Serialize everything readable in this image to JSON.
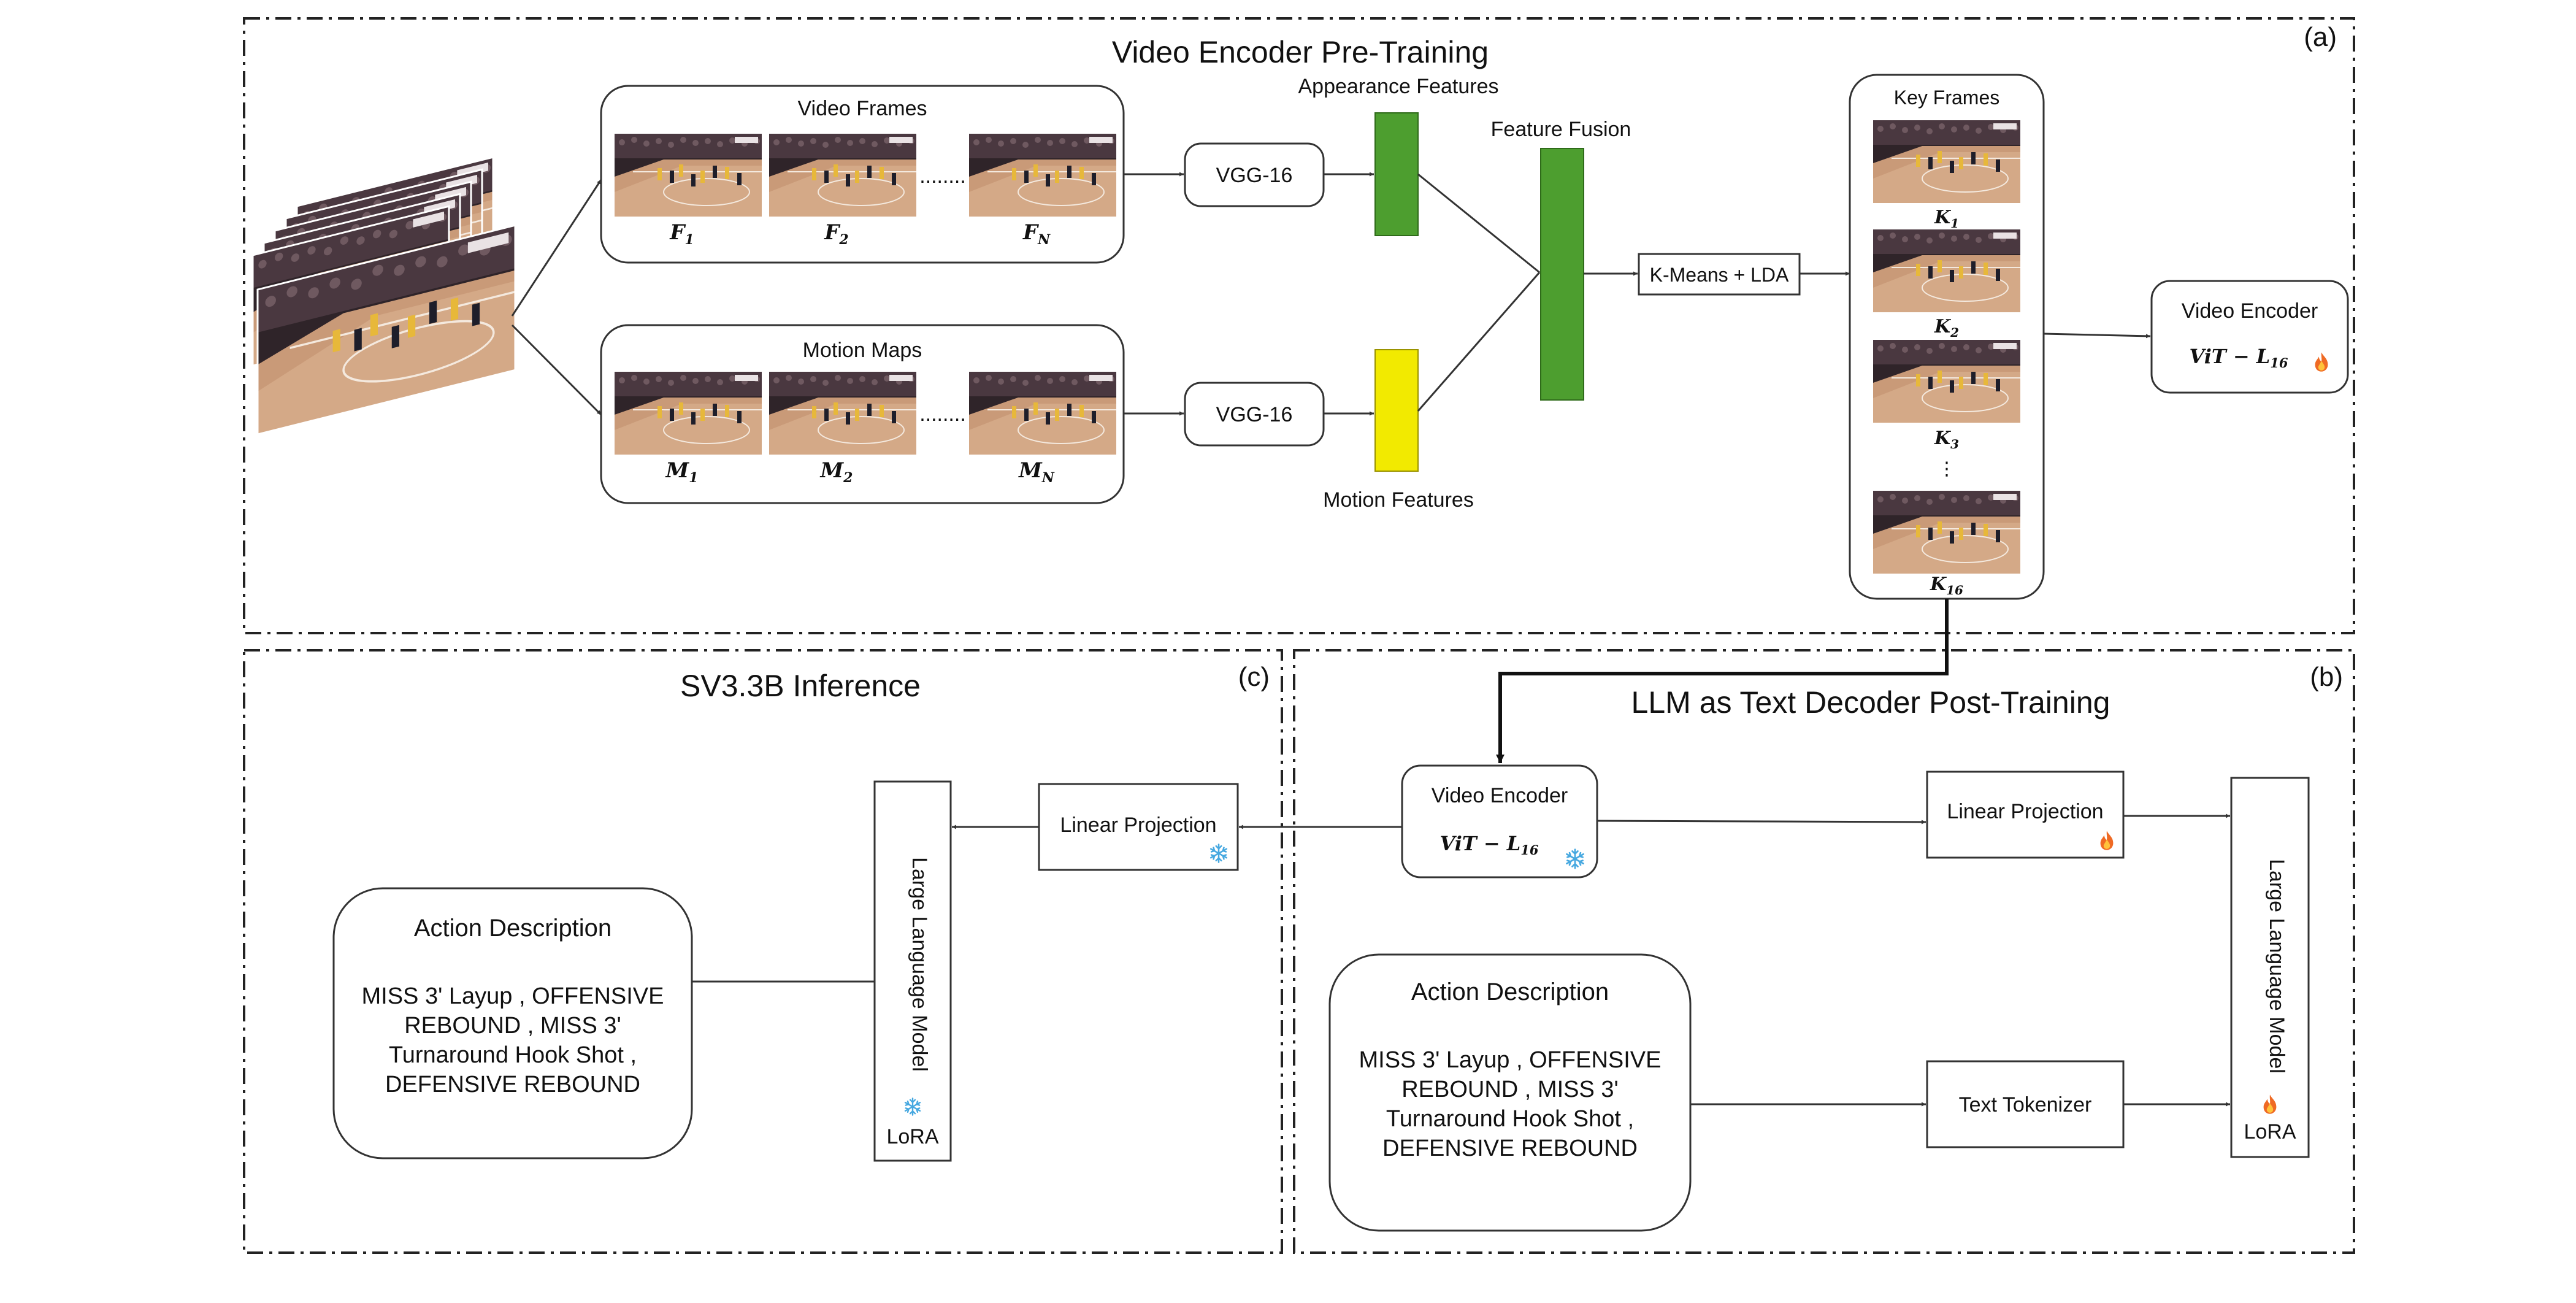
{
  "sections": {
    "pretraining": {
      "title": "Video Encoder Pre-Training",
      "tag": "(a)"
    },
    "posttraining": {
      "title": "LLM as Text Decoder Post-Training",
      "tag": "(b)"
    },
    "inference": {
      "title": "SV3.3B Inference",
      "tag": "(c)"
    }
  },
  "pretraining": {
    "video_frames": {
      "title": "Video Frames",
      "labels": [
        "F",
        "F",
        "F"
      ],
      "subs": [
        "1",
        "2",
        "N"
      ],
      "ellipsis": "........"
    },
    "motion_maps": {
      "title": "Motion Maps",
      "labels": [
        "M",
        "M",
        "M"
      ],
      "subs": [
        "1",
        "2",
        "N"
      ],
      "ellipsis": "........"
    },
    "vgg_top": "VGG-16",
    "vgg_bottom": "VGG-16",
    "appearance_features": "Appearance Features",
    "motion_features": "Motion Features",
    "feature_fusion": "Feature Fusion",
    "kmeans_lda": "K-Means + LDA",
    "key_frames": {
      "title": "Key Frames",
      "labels": [
        "K",
        "K",
        "K",
        "K"
      ],
      "subs": [
        "1",
        "2",
        "3",
        "16"
      ],
      "ellipsis": "⋮"
    },
    "video_encoder": {
      "title": "Video Encoder",
      "model_main": "ViT − L",
      "model_sub": "16",
      "status_icon": "flame-icon"
    }
  },
  "posttraining": {
    "video_encoder": {
      "title": "Video Encoder",
      "model_main": "ViT − L",
      "model_sub": "16",
      "status_icon": "snowflake-icon"
    },
    "linear_projection": {
      "label": "Linear Projection",
      "status_icon": "flame-icon"
    },
    "action_description": {
      "title": "Action Description",
      "lines": [
        "MISS 3' Layup , OFFENSIVE",
        "REBOUND , MISS 3'",
        "Turnaround Hook Shot ,",
        "DEFENSIVE REBOUND"
      ]
    },
    "text_tokenizer": "Text Tokenizer",
    "llm": {
      "label": "Large Language Model",
      "lora": "LoRA",
      "status_icon": "flame-icon"
    }
  },
  "inference": {
    "linear_projection": {
      "label": "Linear Projection",
      "status_icon": "snowflake-icon"
    },
    "action_description": {
      "title": "Action Description",
      "lines": [
        "MISS 3' Layup , OFFENSIVE",
        "REBOUND , MISS 3'",
        "Turnaround Hook Shot ,",
        "DEFENSIVE REBOUND"
      ]
    },
    "llm": {
      "label": "Large Language Model",
      "lora": "LoRA",
      "status_icon": "snowflake-icon"
    }
  },
  "colors": {
    "appearance": "#4d9e2f",
    "motion": "#f2ea00",
    "fusion": "#4d9e2f",
    "court": "#c99a78",
    "crowd": "#3a2d33",
    "flame": "#ef6a24",
    "snow": "#46a8e0"
  }
}
